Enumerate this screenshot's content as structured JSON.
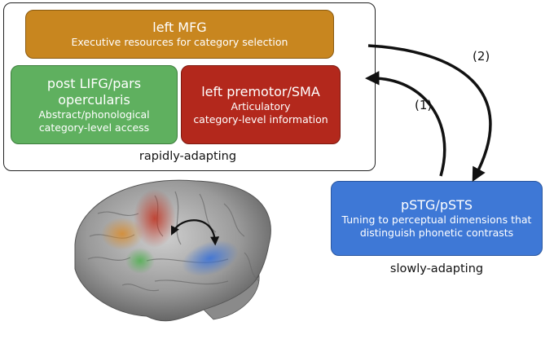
{
  "nodes": {
    "mfg": {
      "title": "left MFG",
      "subtitle": "Executive resources for category selection"
    },
    "lifg": {
      "title_line1": "post LIFG/pars",
      "title_line2": "opercularis",
      "sub_line1": "Abstract/phonological",
      "sub_line2": "category-level access"
    },
    "premotor": {
      "title": "left premotor/SMA",
      "sub_line1": "Articulatory",
      "sub_line2": "category-level information"
    },
    "pstg": {
      "title": "pSTG/pSTS",
      "sub_line1": "Tuning to perceptual dimensions that",
      "sub_line2": "distinguish phonetic contrasts"
    }
  },
  "captions": {
    "rapid": "rapidly-adapting",
    "slow": "slowly-adapting"
  },
  "arrows": {
    "a1_label": "(1)",
    "a2_label": "(2)"
  },
  "colors": {
    "mfg": "#c8861f",
    "lifg": "#5fb05f",
    "premotor": "#b3281c",
    "pstg": "#3e78d6"
  },
  "brain_image": "brain-render-icon"
}
